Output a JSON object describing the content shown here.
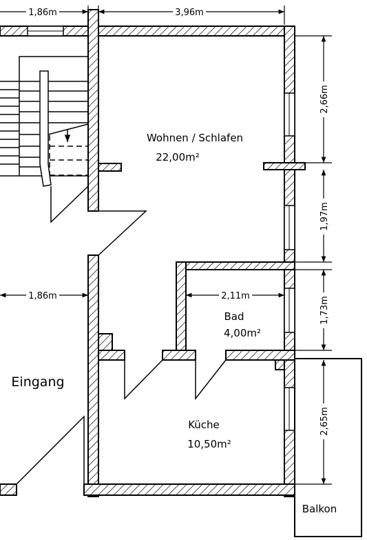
{
  "rooms": [
    {
      "name": "Wohnen / Schlafen",
      "area": "22,00m²"
    },
    {
      "name": "Bad",
      "area": "4,00m²"
    },
    {
      "name": "Küche",
      "area": "10,50m²"
    }
  ],
  "labels": {
    "entrance": "Eingang",
    "balcony": "Balkon"
  },
  "dimensions": {
    "top_left": "1,86m",
    "top_right": "3,96m",
    "middle_left": "1,86m",
    "bath_width": "2,11m",
    "right_1": "2,66m",
    "right_2": "1,97m",
    "right_3": "1,73m",
    "right_4": "2,65m"
  }
}
